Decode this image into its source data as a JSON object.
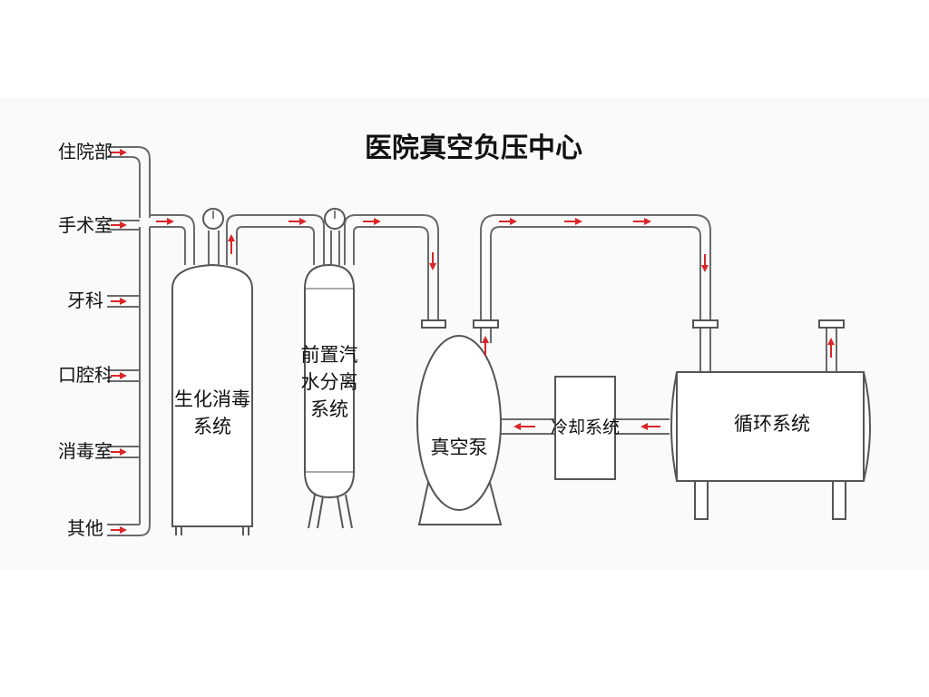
{
  "title": "医院真空负压中心",
  "sources": [
    "住院部",
    "手术室",
    "牙科",
    "口腔科",
    "消毒室",
    "其他"
  ],
  "equipment": {
    "bio_disinfection": [
      "生化消毒",
      "系统"
    ],
    "pre_separator": [
      "前置汽",
      "水分离",
      "系统"
    ],
    "vacuum_pump": "真空泵",
    "cooling": "冷却系统",
    "circulation": "循环系统"
  },
  "colors": {
    "pipe": "#6a6a6a",
    "pipe_inner": "#ffffff",
    "flow_arrow": "#d9262a",
    "outline": "#555555",
    "background_band": "#fafafa"
  },
  "icons": [
    "pressure-gauge-icon",
    "flow-arrow-icon",
    "pipe-flange-icon"
  ]
}
